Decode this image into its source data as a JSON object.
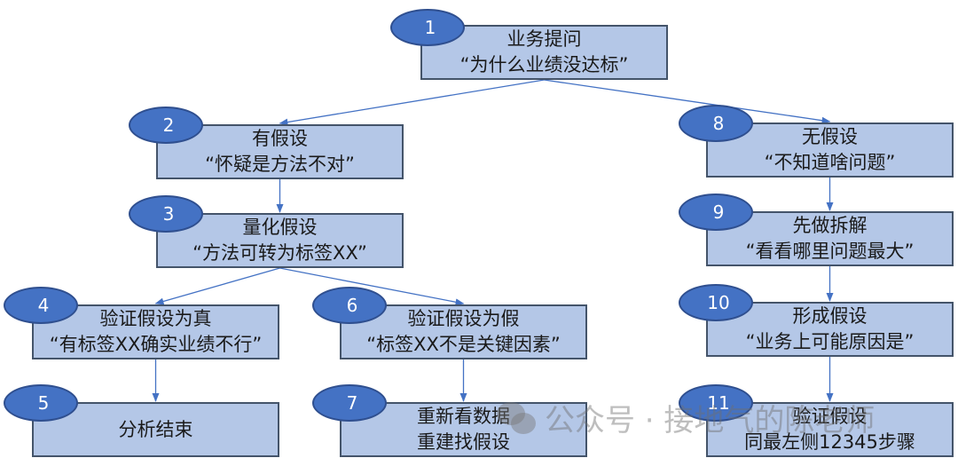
{
  "diagram": {
    "type": "flowchart",
    "colors": {
      "box_fill": "#b4c7e7",
      "box_border": "#44546a",
      "oval_fill": "#4472c4",
      "arrow": "#4472c4"
    },
    "nodes": [
      {
        "id": "1",
        "number": "1",
        "line1": "业务提问",
        "line2": "“为什么业绩没达标”"
      },
      {
        "id": "2",
        "number": "2",
        "line1": "有假设",
        "line2": "“怀疑是方法不对”"
      },
      {
        "id": "3",
        "number": "3",
        "line1": "量化假设",
        "line2": "“方法可转为标签XX”"
      },
      {
        "id": "4",
        "number": "4",
        "line1": "验证假设为真",
        "line2": "“有标签XX确实业绩不行”"
      },
      {
        "id": "5",
        "number": "5",
        "line1": "分析结束",
        "line2": ""
      },
      {
        "id": "6",
        "number": "6",
        "line1": "验证假设为假",
        "line2": "“标签XX不是关键因素”"
      },
      {
        "id": "7",
        "number": "7",
        "line1": "重新看数据",
        "line2": "重建找假设"
      },
      {
        "id": "8",
        "number": "8",
        "line1": "无假设",
        "line2": "“不知道啥问题”"
      },
      {
        "id": "9",
        "number": "9",
        "line1": "先做拆解",
        "line2": "“看看哪里问题最大”"
      },
      {
        "id": "10",
        "number": "10",
        "line1": "形成假设",
        "line2": "“业务上可能原因是”"
      },
      {
        "id": "11",
        "number": "11",
        "line1": "验证假设",
        "line2": "同最左侧12345步骤"
      }
    ],
    "edges": [
      {
        "from": "1",
        "to": "2"
      },
      {
        "from": "1",
        "to": "8"
      },
      {
        "from": "2",
        "to": "3"
      },
      {
        "from": "3",
        "to": "4"
      },
      {
        "from": "3",
        "to": "6"
      },
      {
        "from": "4",
        "to": "5"
      },
      {
        "from": "6",
        "to": "7"
      },
      {
        "from": "8",
        "to": "9"
      },
      {
        "from": "9",
        "to": "10"
      },
      {
        "from": "10",
        "to": "11"
      }
    ]
  },
  "watermark": {
    "text": "公众号 · 接地气的陈老师",
    "icon": "wechat-icon"
  }
}
